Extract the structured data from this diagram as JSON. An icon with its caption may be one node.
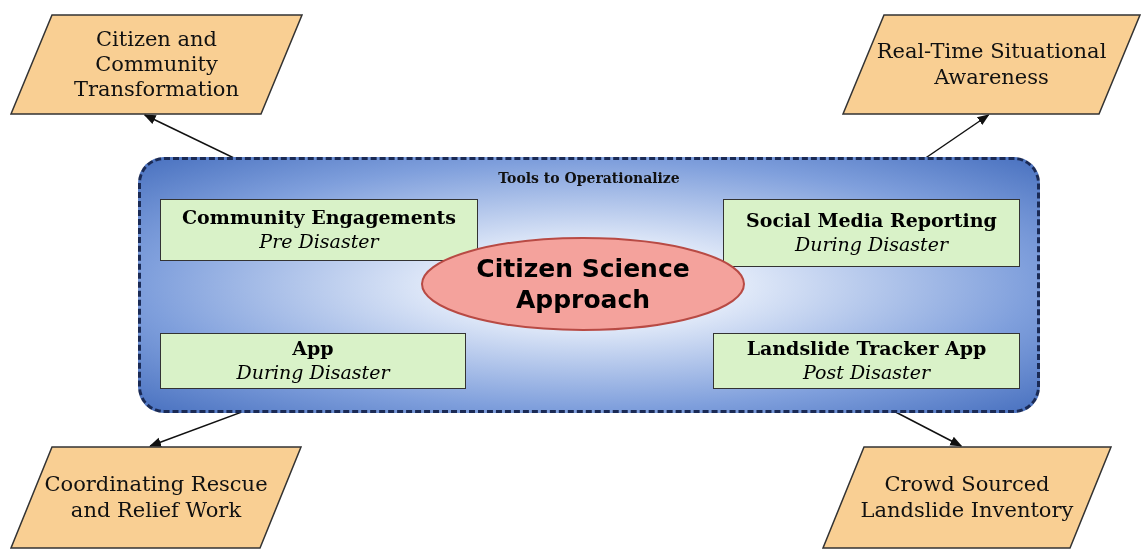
{
  "diagram": {
    "nodes": [
      {
        "text": [
          "Tools to Operationalize"
        ]
      },
      {
        "text": [
          "Community Engagements",
          "Pre Disaster"
        ],
        "in": 0
      },
      {
        "text": [
          "Social Media Reporting",
          "During Disaster"
        ],
        "in": 0
      },
      {
        "text": [
          "Citizen Science Approach"
        ],
        "in": 0
      },
      {
        "text": [
          "App",
          "During Disaster"
        ],
        "in": 0
      },
      {
        "text": [
          "Landslide Tracker App",
          "Post Disaster"
        ],
        "in": 0
      },
      {
        "text": [
          "Citizen and Community Transformation"
        ]
      },
      {
        "text": [
          "Real-Time Situational Awareness"
        ]
      },
      {
        "text": [
          "Coordinating Rescue and Relief Work"
        ]
      },
      {
        "text": [
          "Crowd Sourced Landslide Inventory"
        ]
      }
    ],
    "edges": [
      {
        "from": 1,
        "to": 6,
        "arrow": "to"
      },
      {
        "from": 2,
        "to": 7,
        "arrow": "to"
      },
      {
        "from": 4,
        "to": 8,
        "arrow": "to"
      },
      {
        "from": 5,
        "to": 9,
        "arrow": "to"
      }
    ]
  }
}
